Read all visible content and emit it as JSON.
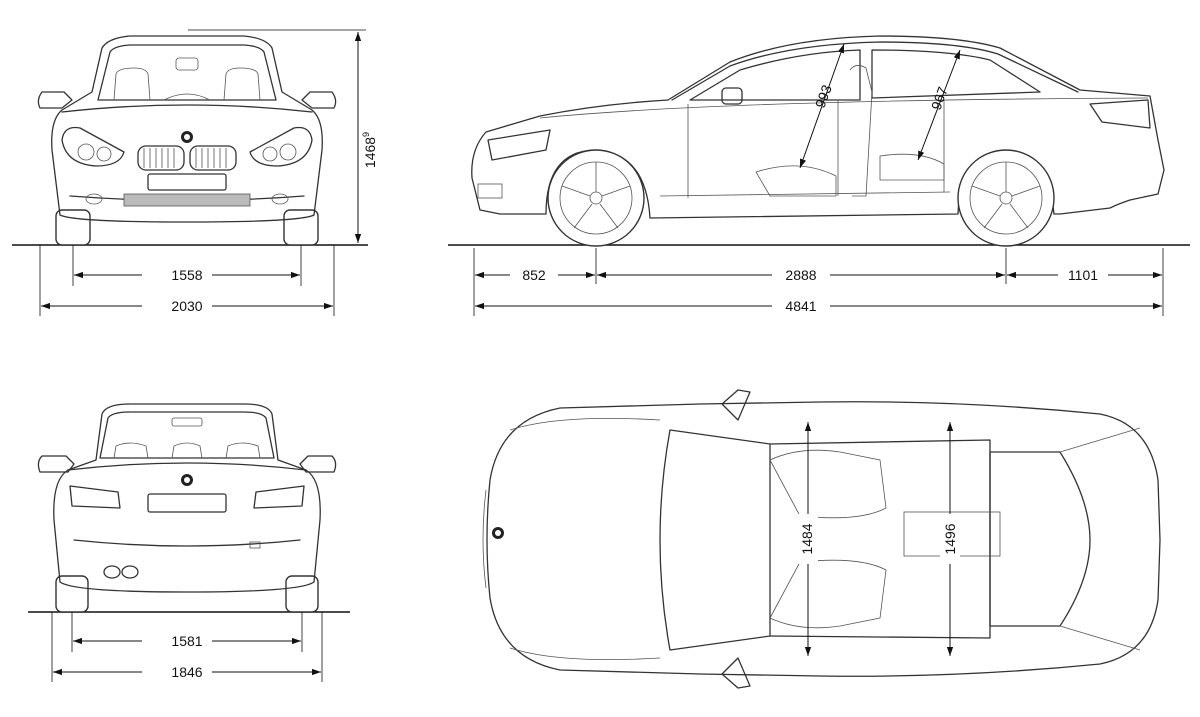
{
  "dimensions": {
    "front_track": "1558",
    "front_width_mirrors": "2030",
    "height": "1468",
    "height_superscript": "9",
    "front_overhang": "852",
    "wheelbase": "2888",
    "rear_overhang": "1101",
    "overall_length": "4841",
    "front_headroom": "993",
    "rear_headroom": "967",
    "rear_track": "1581",
    "rear_width": "1846",
    "front_shoulder_width": "1484",
    "rear_shoulder_width": "1496"
  },
  "colors": {
    "line": "#333333",
    "background": "#ffffff"
  },
  "icons": [
    "bmw-roundel-icon"
  ]
}
